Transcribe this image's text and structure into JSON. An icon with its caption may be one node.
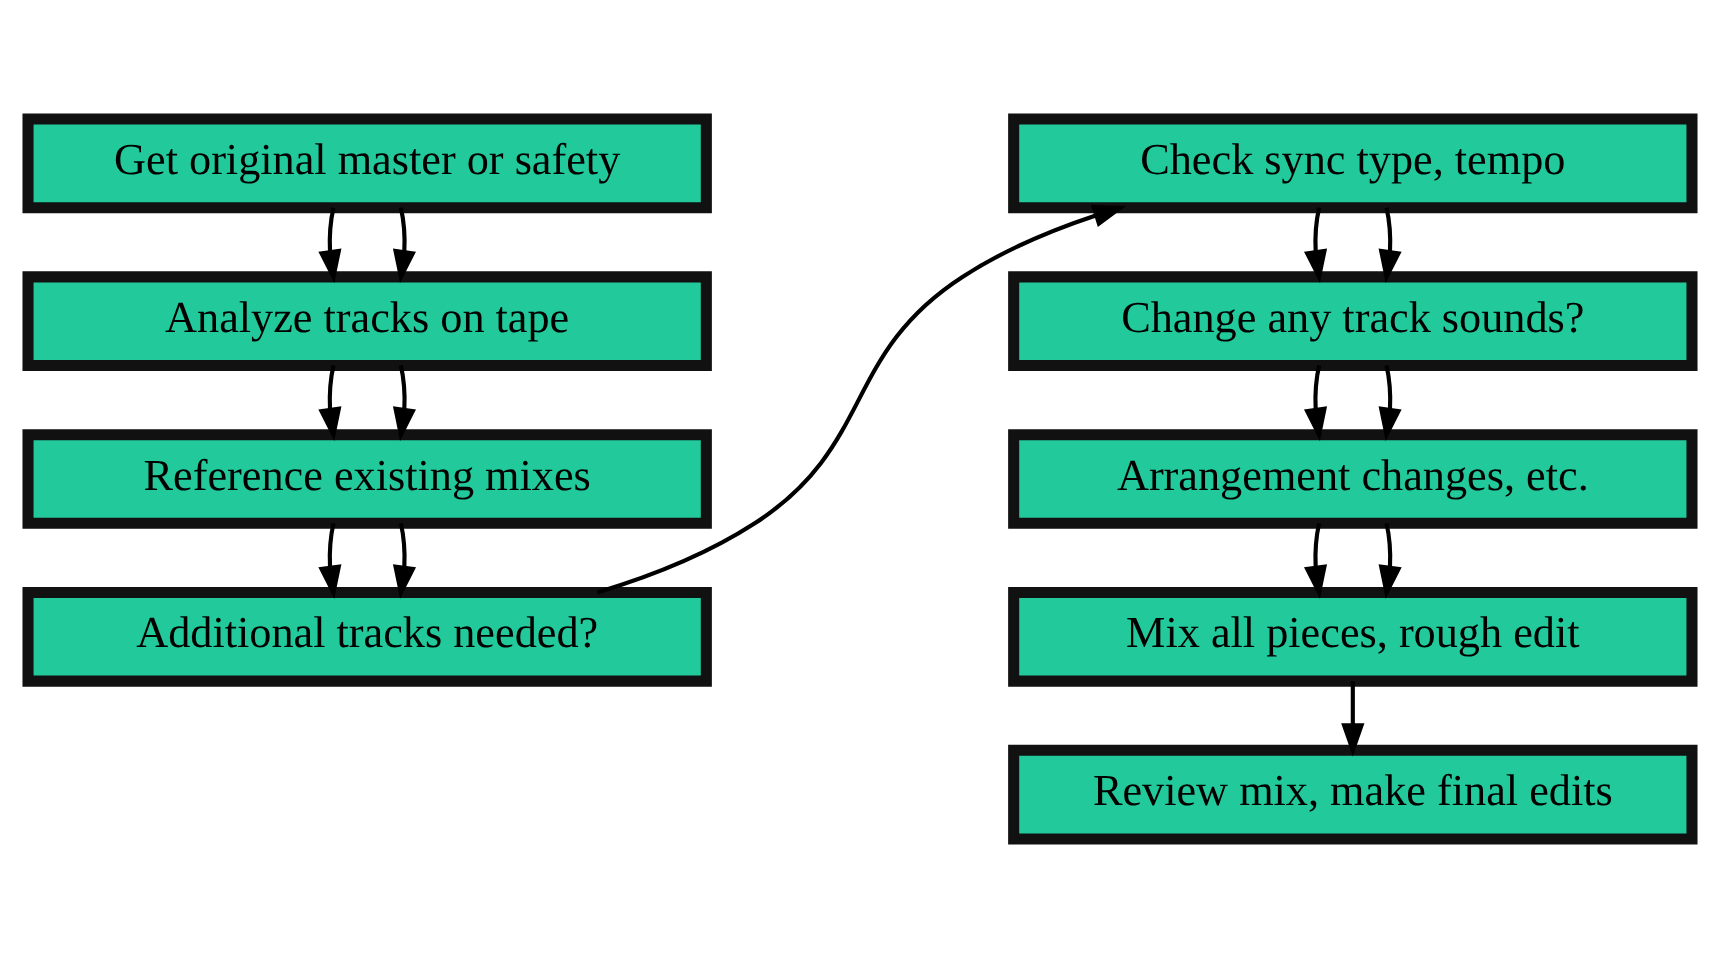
{
  "diagram": {
    "nodes": [
      {
        "text": [
          "Get original master or safety"
        ]
      },
      {
        "text": [
          "Analyze tracks on tape"
        ]
      },
      {
        "text": [
          "Reference existing mixes"
        ]
      },
      {
        "text": [
          "Additional tracks needed?"
        ]
      },
      {
        "text": [
          "Check sync type, tempo"
        ]
      },
      {
        "text": [
          "Change any track sounds?"
        ]
      },
      {
        "text": [
          "Arrangement changes, etc."
        ]
      },
      {
        "text": [
          "Mix all pieces, rough edit"
        ]
      },
      {
        "text": [
          "Review mix, make final edits"
        ]
      }
    ],
    "edges": [
      {
        "from": 0,
        "to": 1,
        "arrow": "to"
      },
      {
        "from": 0,
        "to": 1,
        "arrow": "to"
      },
      {
        "from": 1,
        "to": 2,
        "arrow": "to"
      },
      {
        "from": 1,
        "to": 2,
        "arrow": "to"
      },
      {
        "from": 2,
        "to": 3,
        "arrow": "to"
      },
      {
        "from": 2,
        "to": 3,
        "arrow": "to"
      },
      {
        "from": 3,
        "to": 4,
        "arrow": "to"
      },
      {
        "from": 4,
        "to": 5,
        "arrow": "to"
      },
      {
        "from": 4,
        "to": 5,
        "arrow": "to"
      },
      {
        "from": 5,
        "to": 6,
        "arrow": "to"
      },
      {
        "from": 5,
        "to": 6,
        "arrow": "to"
      },
      {
        "from": 6,
        "to": 7,
        "arrow": "to"
      },
      {
        "from": 6,
        "to": 7,
        "arrow": "to"
      },
      {
        "from": 7,
        "to": 8,
        "arrow": "to"
      }
    ]
  }
}
